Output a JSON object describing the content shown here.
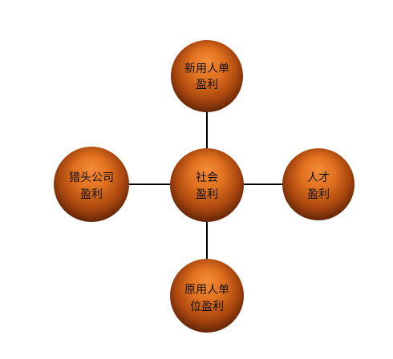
{
  "diagram": {
    "center": {
      "line1": "社会",
      "line2": "盈利"
    },
    "top": {
      "line1": "新用人单",
      "line2": "盈利"
    },
    "left": {
      "line1": "猎头公司",
      "line2": "盈利"
    },
    "right": {
      "line1": "人才",
      "line2": "盈利"
    },
    "bottom": {
      "line1": "原用人单",
      "line2": "位盈利"
    }
  },
  "colors": {
    "node_light": "#f38a38",
    "node_mid": "#d9691c",
    "node_dark": "#4e1c06",
    "connector": "#000000",
    "text": "#111111"
  }
}
